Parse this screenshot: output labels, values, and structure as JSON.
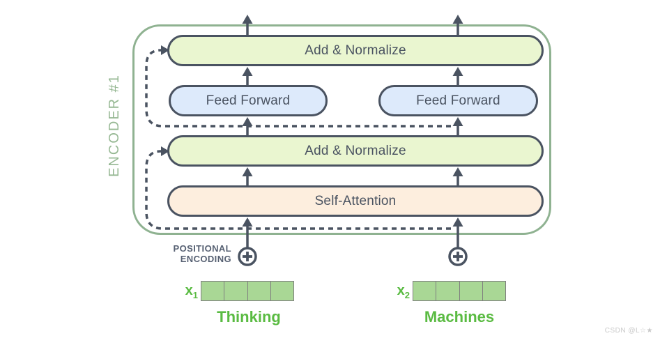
{
  "diagram": {
    "encoder_label": "ENCODER #1",
    "boxes": {
      "add_normalize_top": "Add & Normalize",
      "feed_forward_left": "Feed Forward",
      "feed_forward_right": "Feed Forward",
      "add_normalize_middle": "Add & Normalize",
      "self_attention": "Self-Attention"
    },
    "positional_encoding": {
      "line1": "POSITIONAL",
      "line2": "ENCODING"
    },
    "inputs": [
      {
        "label": "x",
        "subscript": "1",
        "word": "Thinking",
        "cells": 4
      },
      {
        "label": "x",
        "subscript": "2",
        "word": "Machines",
        "cells": 4
      }
    ],
    "icons": {
      "plus_circle": "circle-plus-icon",
      "arrow": "arrow-up-icon",
      "residual": "dashed-residual-connection"
    },
    "colors": {
      "outline_dark": "#4a5361",
      "encoder_border": "#8fb291",
      "encoder_label_green": "#96b893",
      "add_normalize_fill": "#eaf6d0",
      "feed_forward_fill": "#ddeafb",
      "self_attention_fill": "#fdeede",
      "input_green": "#5abb42",
      "embedding_cell_fill": "#a9d795",
      "embedding_cell_border": "#7f7f7f",
      "positional_text": "#566072"
    }
  },
  "watermark": "CSDN @L☆★"
}
